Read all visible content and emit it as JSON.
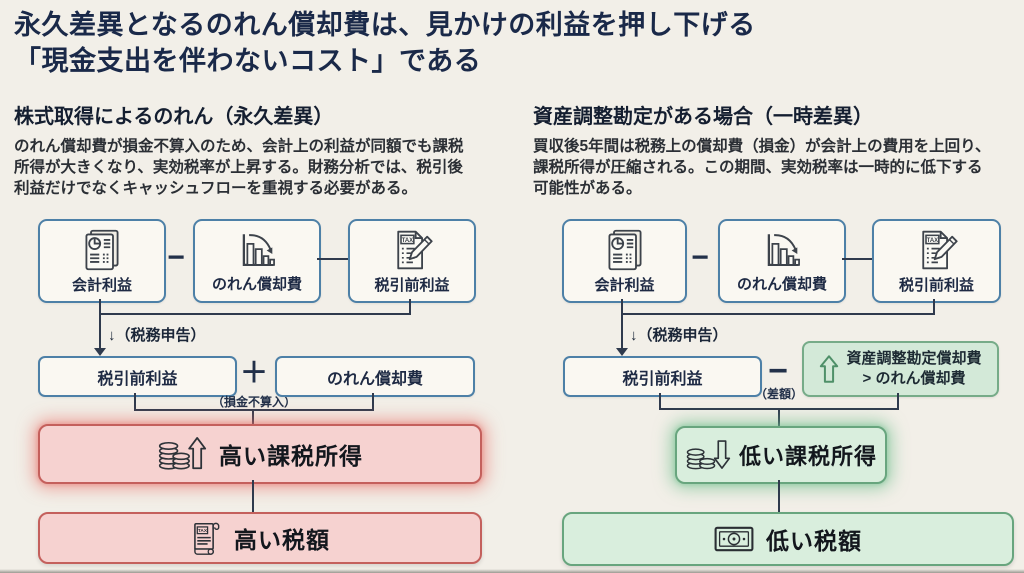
{
  "page": {
    "title_line1": "永久差異となるのれん償却費は、見かけの利益を押し下げる",
    "title_line2": "「現金支出を伴わないコスト」である"
  },
  "colors": {
    "background": "#f2efe8",
    "title_text": "#1a2949",
    "flow_border_blue": "#4d80a7",
    "negative_fill": "#f6d2d0",
    "negative_border": "#c4605c",
    "negative_glow": "#e76f67",
    "positive_fill": "#d9eedd",
    "positive_border": "#68a57e",
    "positive_glow": "#6ebe8c",
    "connector": "#2f3a4d"
  },
  "icons": {
    "tax_label": "TAX",
    "report_icon": "report-document",
    "declining_chart_icon": "declining-bar-chart-arrow",
    "tax_document_icon": "tax-document-with-pencil",
    "coins_up_icon": "coin-stacks-with-up-arrow",
    "coins_down_icon": "coin-stacks-with-down-arrow",
    "tax_scroll_icon": "tax-scroll",
    "banknote_icon": "banknote",
    "green_up_arrow_icon": "hollow-up-arrow"
  },
  "left_panel": {
    "heading": "株式取得によるのれん（永久差異）",
    "description": "のれん償却費が損金不算入のため、会計上の利益が同額でも課税\n所得が大きくなり、実効税率が上昇する。財務分析では、税引後\n利益だけでなくキャッシュフローを重視する必要がある。",
    "flow": {
      "box_accounting_profit": "会計利益",
      "op_minus": "−",
      "box_goodwill_amortization": "のれん償却費",
      "box_pretax_profit": "税引前利益",
      "arrow_label": "↓（税務申告）",
      "box_pretax_profit_2": "税引前利益",
      "op_plus": "＋",
      "note_addback": "（損金不算入）",
      "box_goodwill_amortization_2": "のれん償却費",
      "result_taxable_income": "高い課税所得",
      "result_tax_amount": "高い税額"
    }
  },
  "right_panel": {
    "heading": "資産調整勘定がある場合（一時差異）",
    "description": "買収後5年間は税務上の償却費（損金）が会計上の費用を上回り、\n課税所得が圧縮される。この期間、実効税率は一時的に低下する\n可能性がある。",
    "flow": {
      "box_accounting_profit": "会計利益",
      "op_minus": "−",
      "box_goodwill_amortization": "のれん償却費",
      "box_pretax_profit": "税引前利益",
      "arrow_label": "↓（税務申告）",
      "box_pretax_profit_2": "税引前利益",
      "op_minus_2": "−",
      "note_difference": "（差額）",
      "box_adjustment_line1": "資産調整勘定償却費",
      "box_adjustment_line2": "> のれん償却費",
      "result_taxable_income": "低い課税所得",
      "result_tax_amount": "低い税額"
    }
  }
}
